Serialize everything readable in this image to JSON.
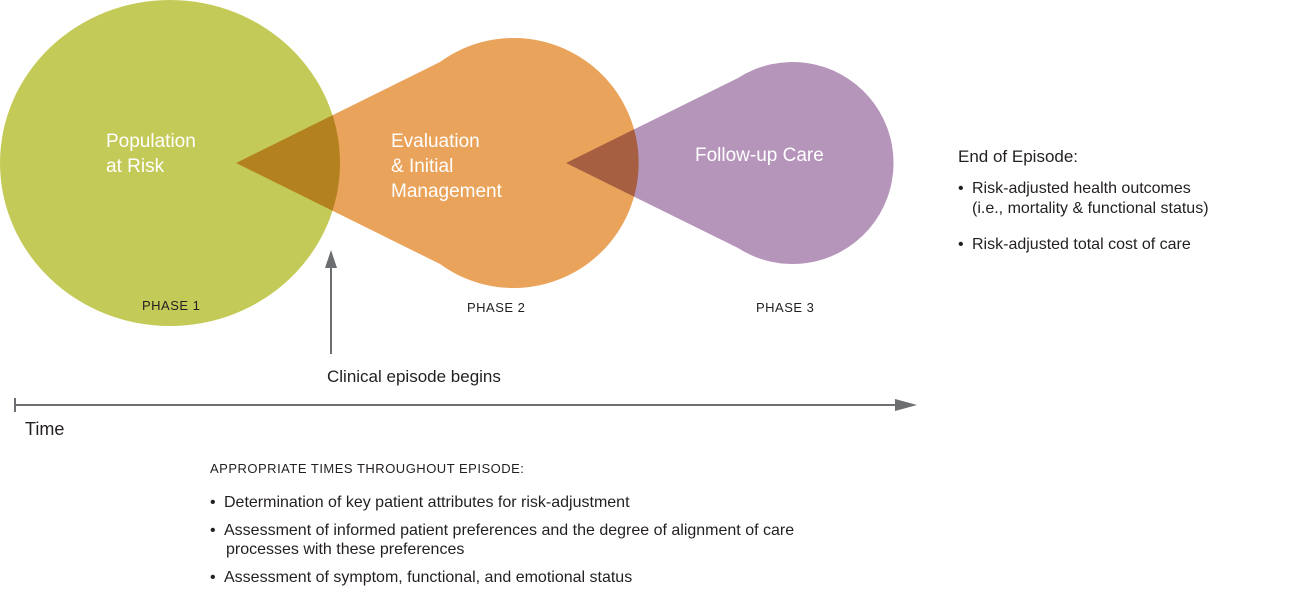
{
  "phases": [
    {
      "title_lines": [
        "Population",
        "at Risk"
      ],
      "label": "PHASE 1",
      "color": "#c4ca58"
    },
    {
      "title_lines": [
        "Evaluation",
        "& Initial",
        "Management"
      ],
      "label": "PHASE 2",
      "color": "#eaa35a"
    },
    {
      "title_lines": [
        "Follow-up Care"
      ],
      "label": "PHASE 3",
      "color": "#b695bb"
    }
  ],
  "episode_marker": "Clinical episode begins",
  "time_label": "Time",
  "end_of_episode": {
    "heading": "End of Episode:",
    "items": [
      {
        "lines": [
          "Risk-adjusted health outcomes",
          "(i.e., mortality & functional status)"
        ]
      },
      {
        "lines": [
          "Risk-adjusted total cost of care"
        ]
      }
    ]
  },
  "throughout": {
    "heading": "APPROPRIATE TIMES THROUGHOUT EPISODE:",
    "items": [
      {
        "lines": [
          "Determination of key patient attributes for risk-adjustment"
        ]
      },
      {
        "lines": [
          "Assessment of informed patient preferences and the degree of alignment of care",
          "processes with these preferences"
        ]
      },
      {
        "lines": [
          "Assessment of symptom, functional, and emotional status"
        ]
      }
    ]
  },
  "arrow_color": "#6d6e71"
}
